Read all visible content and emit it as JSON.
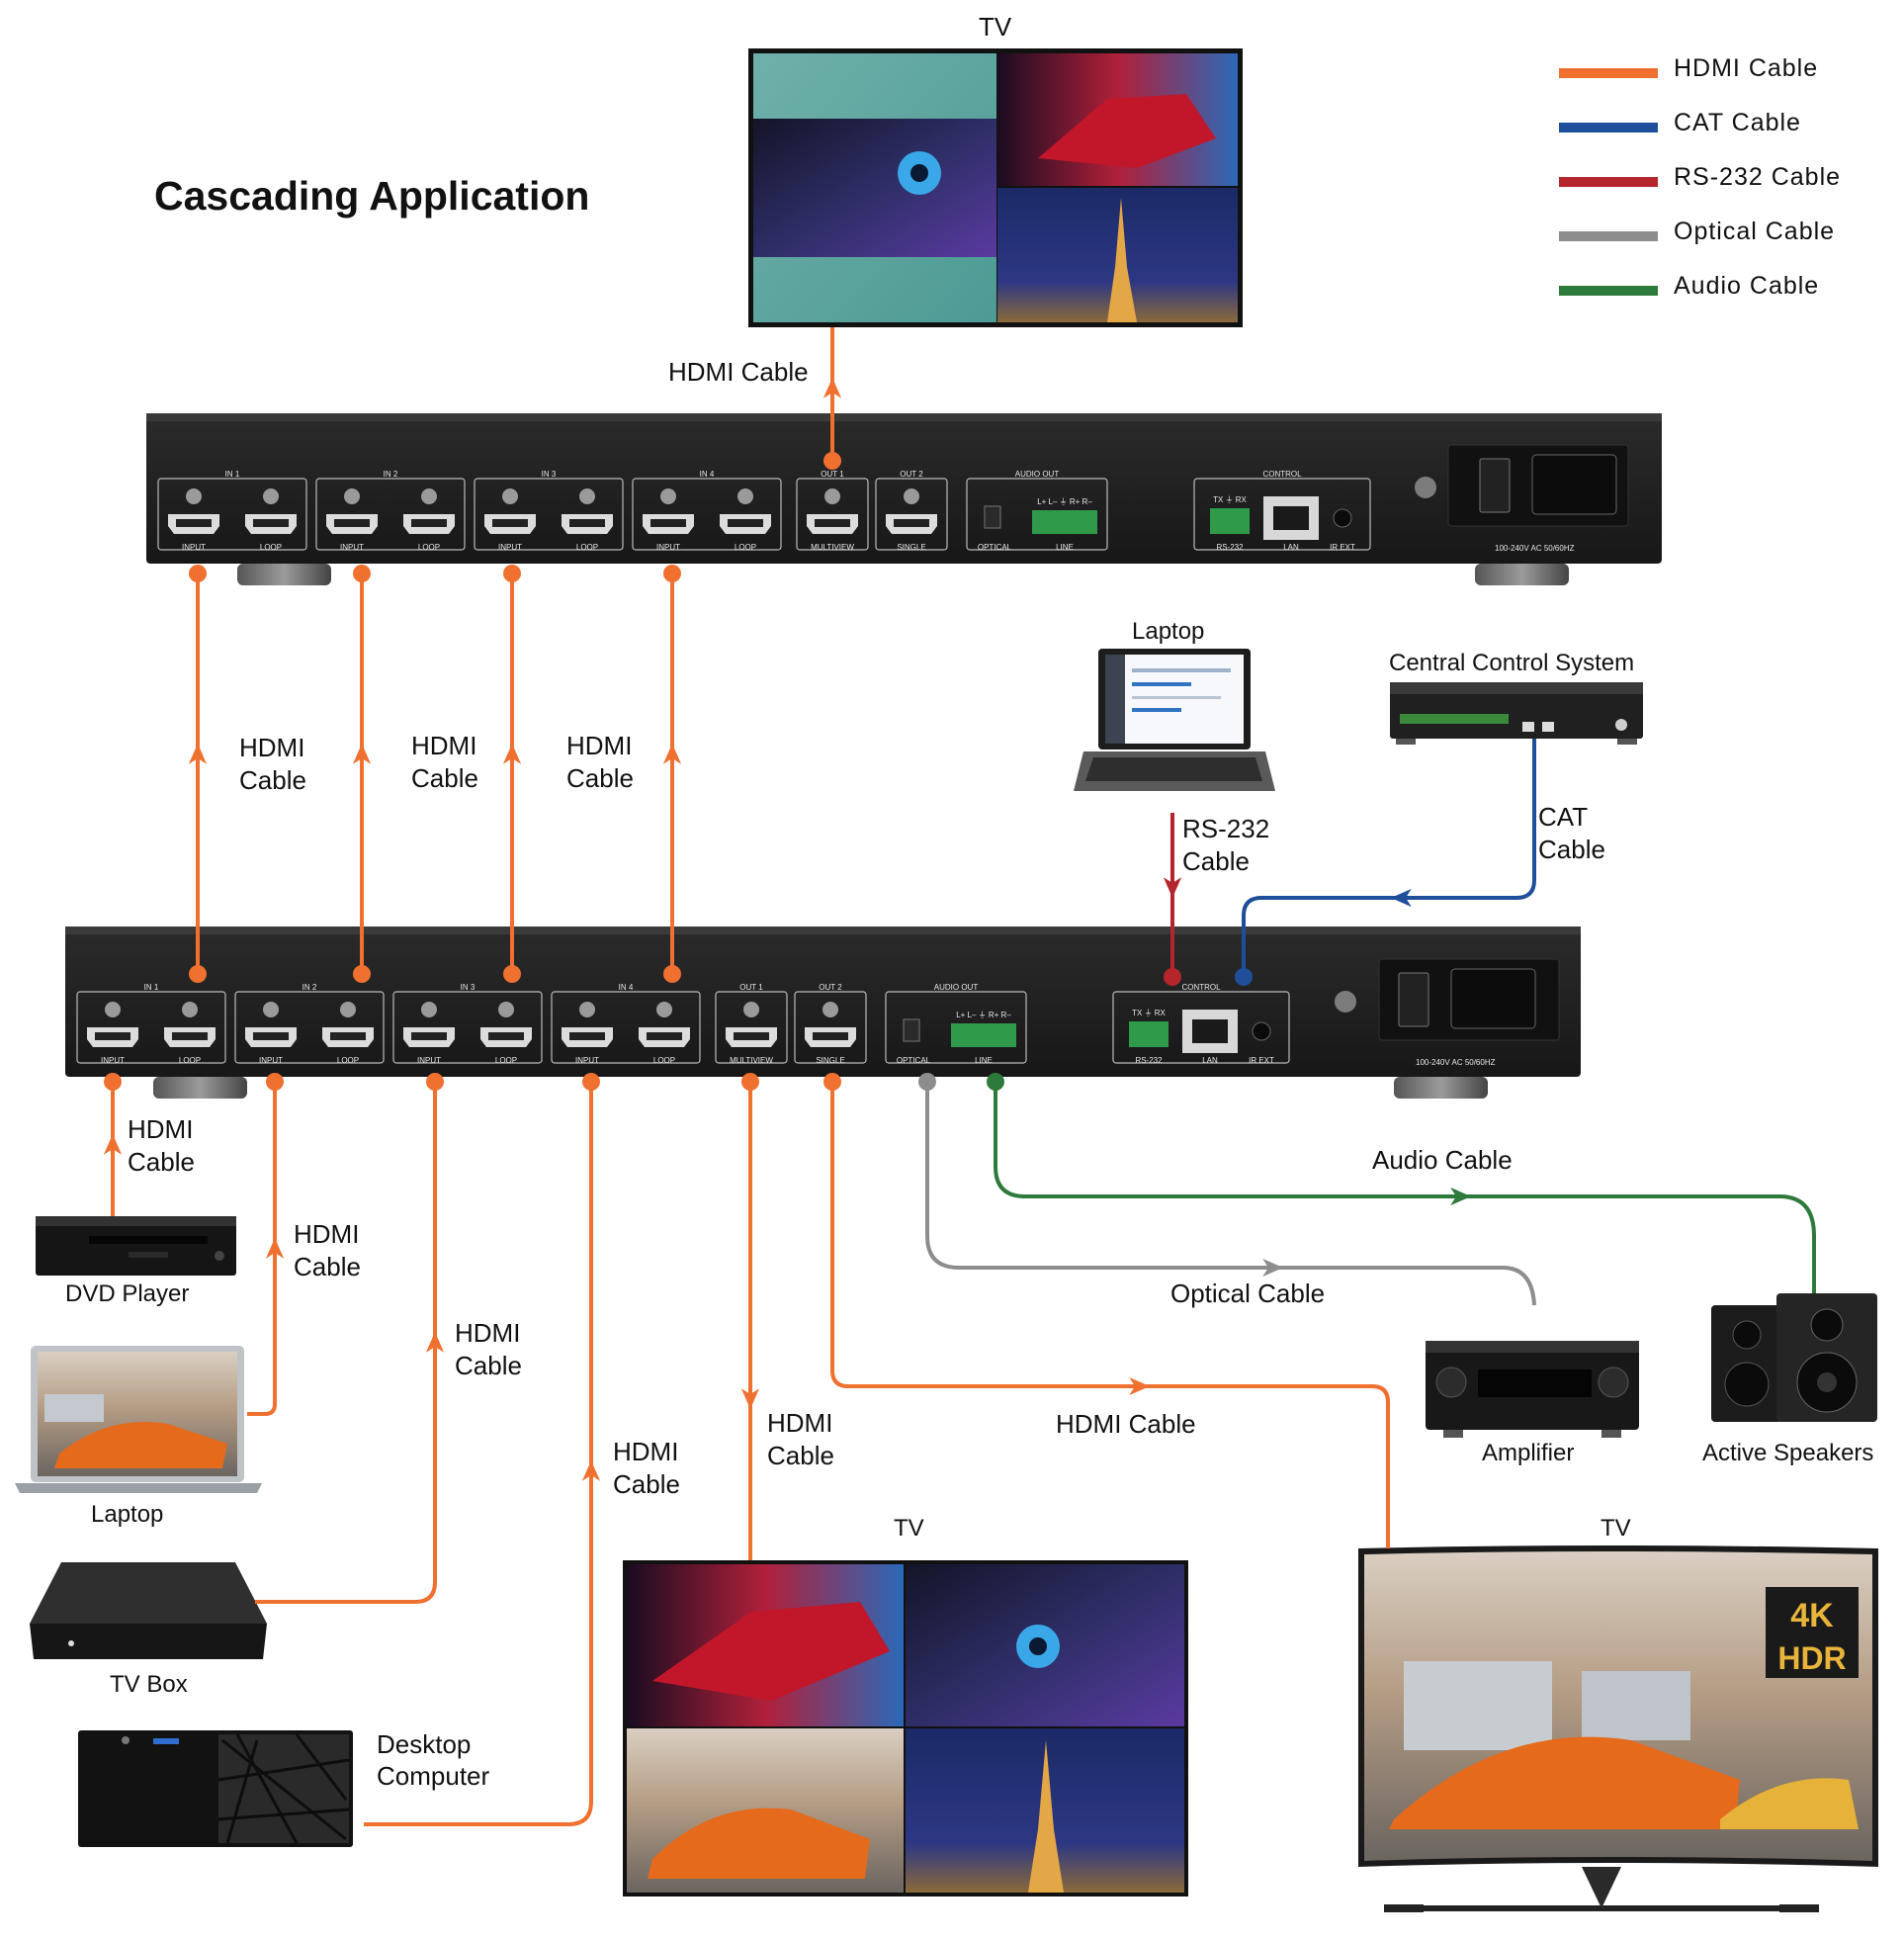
{
  "title": "Cascading Application",
  "legend": [
    {
      "label": "HDMI  Cable",
      "color": "#f07030"
    },
    {
      "label": "CAT  Cable",
      "color": "#1f4f9a"
    },
    {
      "label": "RS-232  Cable",
      "color": "#b5262c"
    },
    {
      "label": "Optical  Cable",
      "color": "#8d8d8d"
    },
    {
      "label": "Audio  Cable",
      "color": "#2e7a3a"
    }
  ],
  "colors": {
    "hdmi": "#f07030",
    "cat": "#1f4f9a",
    "rs232": "#b5262c",
    "optical": "#8d8d8d",
    "audio": "#2e7a3a",
    "device": "#1e1e1e"
  },
  "panel": {
    "ports": [
      {
        "group": "IN 1",
        "left": "INPUT",
        "right": "LOOP"
      },
      {
        "group": "IN 2",
        "left": "INPUT",
        "right": "LOOP"
      },
      {
        "group": "IN 3",
        "left": "INPUT",
        "right": "LOOP"
      },
      {
        "group": "IN 4",
        "left": "INPUT",
        "right": "LOOP"
      }
    ],
    "out1": "OUT 1",
    "out1_sub": "MULTIVIEW",
    "out2": "OUT 2",
    "out2_sub": "SINGLE",
    "audio_out": "AUDIO OUT",
    "optical": "OPTICAL",
    "line": "LINE",
    "line_pins": "L+  L–  ⏚  R+  R–",
    "control": "CONTROL",
    "txrx": "TX  ⏚  RX",
    "rs232": "RS-232",
    "lan": "LAN",
    "irext": "IR EXT",
    "power": "100-240V AC 50/60HZ"
  },
  "devices": {
    "tv_top": "TV",
    "laptop_ctrl": "Laptop",
    "ccs": "Central Control System",
    "dvd": "DVD Player",
    "laptop_src": "Laptop",
    "tvbox": "TV Box",
    "desktop_l1": "Desktop",
    "desktop_l2": "Computer",
    "tv_mid": "TV",
    "tv_right": "TV",
    "amplifier": "Amplifier",
    "speakers": "Active Speakers",
    "badge_4k": "4K",
    "badge_hdr": "HDR"
  },
  "cables": {
    "hdmi_top": "HDMI Cable",
    "hdmi_word": "HDMI",
    "cable_word": "Cable",
    "rs232_l1": "RS-232",
    "rs232_l2": "Cable",
    "cat_l1": "CAT",
    "cat_l2": "Cable",
    "audio": "Audio Cable",
    "optical": "Optical Cable",
    "hdmi_single": "HDMI Cable"
  }
}
